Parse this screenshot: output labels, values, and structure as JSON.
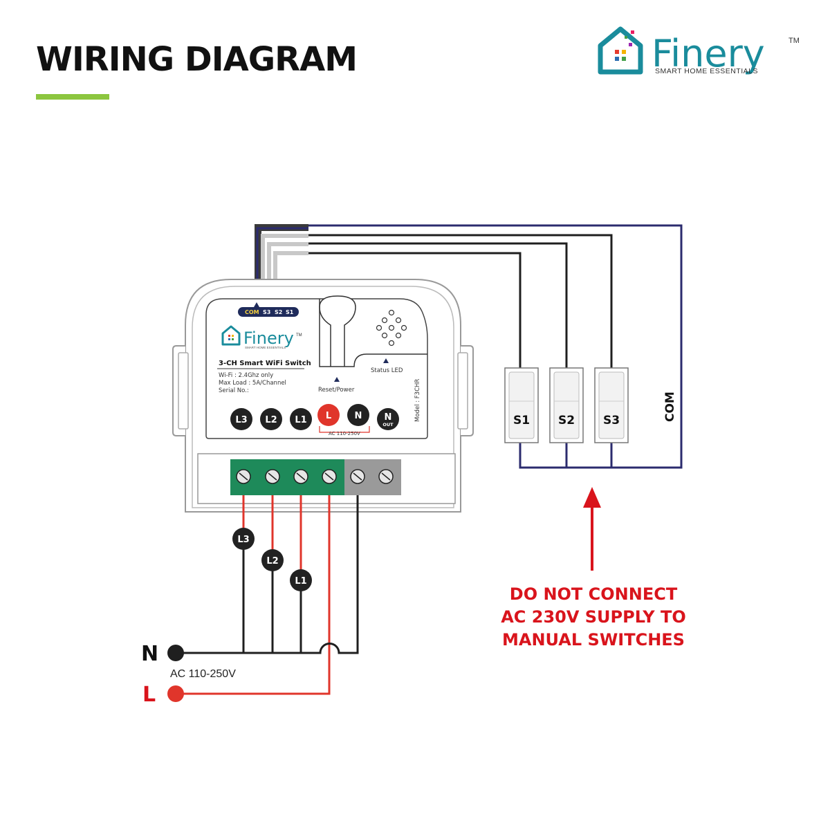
{
  "header": {
    "title": "WIRING DIAGRAM",
    "accent_color": "#8cc63f"
  },
  "brand": {
    "name": "Finery",
    "tagline": "SMART HOME ESSENTIALS",
    "trademark": "TM",
    "color": "#1a8c9c"
  },
  "device": {
    "brand": "Finery",
    "tagline": "SMART HOME ESSENTIALS",
    "trademark": "TM",
    "title": "3-CH Smart WiFi Switch",
    "spec_wifi": "Wi-Fi : 2.4Ghz only",
    "spec_load": "Max Load : 5A/Channel",
    "spec_serial": "Serial No.:",
    "reset_label": "Reset/Power",
    "status_label": "Status LED",
    "model": "Model : F3CHR",
    "strip": {
      "com": "COM",
      "s3": "S3",
      "s2": "S2",
      "s1": "S1"
    },
    "terminals": {
      "l3": "L3",
      "l2": "L2",
      "l1": "L1",
      "l": "L",
      "n": "N",
      "nout_top": "N",
      "nout_bottom": "OUT"
    },
    "ac_range": "AC 110-250V"
  },
  "wires": {
    "l3": "L3",
    "l2": "L2",
    "l1": "L1"
  },
  "supply": {
    "neutral": "N",
    "live": "L",
    "label": "AC 110-250V"
  },
  "switches": {
    "s1": "S1",
    "s2": "S2",
    "s3": "S3",
    "common": "COM"
  },
  "warning": {
    "line1": "DO NOT CONNECT",
    "line2": "AC 230V SUPPLY TO",
    "line3": "MANUAL SWITCHES",
    "color": "#d9141c"
  },
  "colors": {
    "live_wire": "#e0352b",
    "neutral_wire": "#1f1f1f",
    "com_wire": "#2b2b6e",
    "terminal_block": "#1e8a5a",
    "neutral_block": "#9a9a9a"
  }
}
